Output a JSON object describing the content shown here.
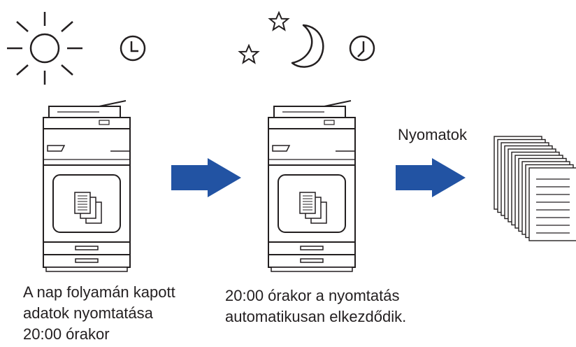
{
  "labels": {
    "output": "Nyomatok"
  },
  "captions": {
    "left": [
      "A nap folyamán kapott",
      "adatok nyomtatása",
      "20:00 órakor"
    ],
    "middle": [
      "20:00 órakor a nyomtatás",
      "automatikusan elkezdődik."
    ]
  },
  "colors": {
    "arrow": "#2253a3",
    "stroke": "#231f20",
    "printer_body": "#ffffff"
  },
  "icons": [
    "sun-icon",
    "clock-icon",
    "moon-icon",
    "star-icon",
    "printer-icon",
    "document-stack-icon",
    "arrow-icon",
    "paper-stack-icon"
  ]
}
